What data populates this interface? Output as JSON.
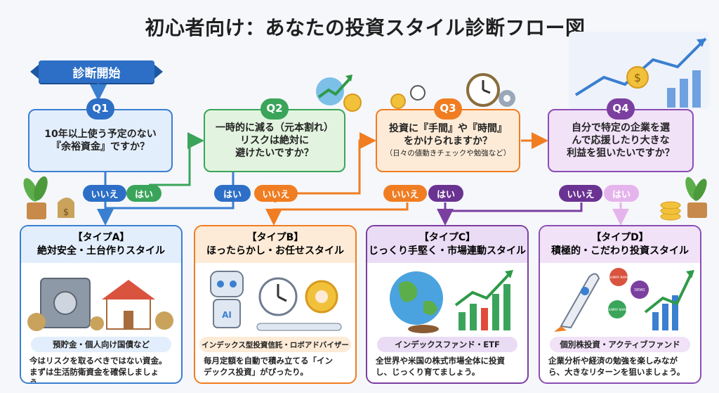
{
  "title": "初心者向け：あなたの投資スタイル診断フロー図",
  "start_label": "診断開始",
  "questions": [
    {
      "id": "Q1",
      "lines": [
        "10年以上使う予定のない",
        "『余裕資金』ですか？"
      ],
      "note": ""
    },
    {
      "id": "Q2",
      "lines": [
        "一時的に減る（元本割れ）",
        "リスクは絶対に",
        "避けたいですか？"
      ],
      "note": ""
    },
    {
      "id": "Q3",
      "lines": [
        "投資に『手間』や『時間』",
        "をかけられますか？"
      ],
      "note": "（日々の値動きチェックや勉強など）"
    },
    {
      "id": "Q4",
      "lines": [
        "自分で特定の企業を選",
        "んで応援したり大きな",
        "利益を狙いたいですか？"
      ],
      "note": ""
    }
  ],
  "answers": {
    "yes": "はい",
    "no": "いいえ"
  },
  "types": [
    {
      "title": "【タイプA】",
      "subtitle": "絶対安全・土台作りスタイル",
      "product": "預貯金・個人向け国債など",
      "desc": [
        "今はリスクを取るべきではない資金。",
        "まずは生活防衛資金を確保しましょう。"
      ]
    },
    {
      "title": "【タイプB】",
      "subtitle": "ほったらかし・お任せスタイル",
      "product": "インデックス型投資信託・ロボアドバイザー",
      "desc": [
        "毎月定額を自動で積み立てる「イン",
        "デックス投資」がぴったり。"
      ]
    },
    {
      "title": "【タイプC】",
      "subtitle": "じっくり手堅く・市場連動スタイル",
      "product": "インデックスファンド・ETF",
      "desc": [
        "全世界や米国の株式市場全体に投資",
        "し、じっくり育てましょう。"
      ]
    },
    {
      "title": "【タイプD】",
      "subtitle": "積極的・こだわり投資スタイル",
      "product": "個別株投資・アクティブファンド",
      "desc": [
        "企業分析や経済の勉強を楽しみなが",
        "ら、大きなリターンを狙いましょう。"
      ]
    }
  ],
  "illus_labels": {
    "ai": "AI",
    "dummy": "DUMMY NAME",
    "demo": "DEMO"
  },
  "colors": {
    "blue": "#3a7fd0",
    "green": "#3aa55a",
    "orange": "#f07d22",
    "purple": "#7b3fa0"
  }
}
